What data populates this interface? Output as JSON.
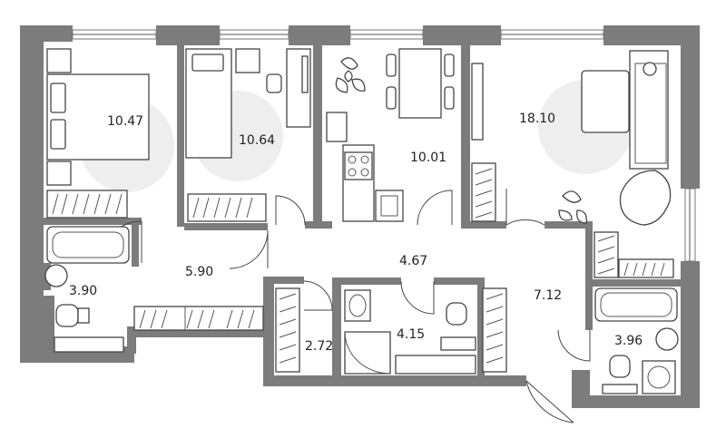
{
  "rooms": [
    {
      "id": "bedroom-1",
      "area": "10.47"
    },
    {
      "id": "bedroom-2",
      "area": "10.64"
    },
    {
      "id": "kitchen",
      "area": "10.01"
    },
    {
      "id": "living-room",
      "area": "18.10"
    },
    {
      "id": "hall",
      "area": "5.90"
    },
    {
      "id": "corridor",
      "area": "4.67"
    },
    {
      "id": "bathroom-left",
      "area": "3.90"
    },
    {
      "id": "storage",
      "area": "2.72"
    },
    {
      "id": "bathroom-center",
      "area": "4.15"
    },
    {
      "id": "entrance-hall",
      "area": "7.12"
    },
    {
      "id": "bathroom-right",
      "area": "3.96"
    }
  ],
  "colors": {
    "wall": "#7c7c7c",
    "halo": "#eeeeee",
    "text": "#222222"
  }
}
